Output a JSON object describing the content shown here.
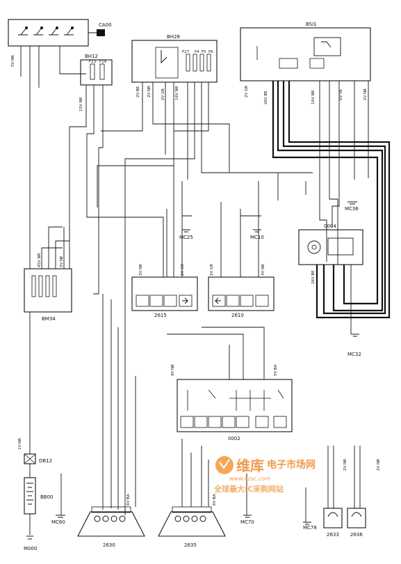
{
  "components": {
    "CA00": "CA00",
    "BH28": "BH28",
    "BSI1": "BSI1",
    "BH12": "BH12",
    "BM34": "BM34",
    "N0004": "0004",
    "N0002": "0002",
    "N2615": "2615",
    "N2610": "2610",
    "N2630": "2630",
    "N2635": "2635",
    "N2633": "2633",
    "N2636": "2636",
    "BB00": "BB00",
    "DB12": "DB12"
  },
  "grounds": {
    "MC36": "MC36",
    "MC25": "MC25",
    "MC10": "MC10",
    "MC32": "MC32",
    "MC60": "MC60",
    "MC70": "MC70",
    "MC78": "MC78",
    "M000": "M000"
  },
  "fuses": {
    "F13": "F13",
    "F14": "F14",
    "F27": "F27",
    "F4": "F4",
    "F5": "F5",
    "F6": "F6"
  },
  "wire_labels": {
    "bh12_conn": "15V NR",
    "bh28_a": "2V BE",
    "bh28_b": "2V NR",
    "bh28_c": "16V NR",
    "bh28_d": "2V GR",
    "bsi_a": "2V GR",
    "bsi_b": "26V BE",
    "bsi_c": "16V NR",
    "bsi_d": "6V VE",
    "bsi_e": "2V NR",
    "ca00_side": "5V NR",
    "bm34_a": "45V NR",
    "bm34_b": "5V NE",
    "bm34_c": "1V NR",
    "n2615_a": "3V NR",
    "n2615_b": "2V GR",
    "n2610_a": "2V GR",
    "n2610_b": "3V NR",
    "n0004_a": "26V BE",
    "n0002_a": "9V NR",
    "n0002_b": "5V BA",
    "n2630_a": "6V BA",
    "n2635_a": "6V BA",
    "n2633_a": "2V NR",
    "n2636_a": "2V NR"
  },
  "watermark": {
    "brand": "维库",
    "title": "电子市场网",
    "url": "www.dzsc.com",
    "slogan": "全球最大IC采购网站"
  }
}
